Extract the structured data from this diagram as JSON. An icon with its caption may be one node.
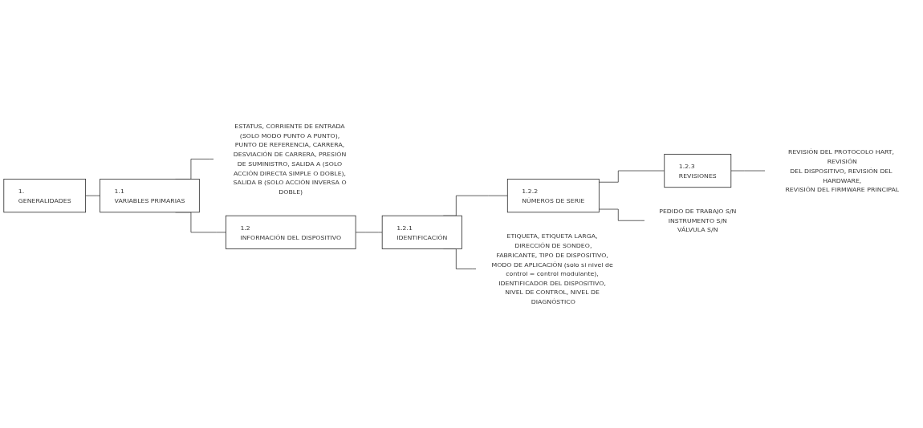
{
  "diagram": {
    "nodes": [
      {
        "text": [
          "1.",
          "GENERALIDADES"
        ]
      },
      {
        "text": [
          "1.1",
          "VARIABLES PRIMARIAS"
        ]
      },
      {
        "text": [
          "ESTATUS, CORRIENTE DE ENTRADA (SOLO MODO PUNTO A PUNTO), PUNTO DE REFERENCIA, CARRERA, DESVIACIÓN DE CARRERA, PRESIÓN DE SUMINISTRO, SALIDA A (SOLO ACCIÓN DIRECTA SIMPLE O DOBLE), SALIDA B (SOLO ACCIÓN INVERSA O DOBLE)"
        ]
      },
      {
        "text": [
          "1.2",
          "INFORMACIÓN DEL DISPOSITIVO"
        ]
      },
      {
        "text": [
          "1.2.1",
          "IDENTIFICACIÓN"
        ]
      },
      {
        "text": [
          "1.2.2",
          "NÚMEROS DE SERIE"
        ]
      },
      {
        "text": [
          "1.2.3",
          "REVISIONES"
        ]
      },
      {
        "text": [
          "ETIQUETA, ETIQUETA LARGA, DIRECCIÓN DE SONDEO,",
          "FABRICANTE, TIPO DE DISPOSITIVO, MODO DE APLICACIÓN (solo si nivel de control = control modulante), IDENTIFICADOR DEL DISPOSITIVO, NIVEL DE CONTROL, NIVEL DE DIAGNÓSTICO"
        ]
      },
      {
        "text": [
          "PEDIDO DE TRABAJO S/N",
          "INSTRUMENTO S/N",
          "VÁLVULA S/N"
        ]
      },
      {
        "text": [
          "REVISIÓN DEL PROTOCOLO HART, REVISIÓN",
          "DEL DISPOSITIVO, REVISIÓN DEL HARDWARE,",
          "REVISIÓN DEL FIRMWARE PRINCIPAL"
        ]
      }
    ],
    "edges": [
      {
        "from": 0,
        "to": 1,
        "arrow": "none"
      },
      {
        "from": 1,
        "to": 2,
        "arrow": "none"
      },
      {
        "from": 1,
        "to": 3,
        "arrow": "none"
      },
      {
        "from": 3,
        "to": 4,
        "arrow": "none"
      },
      {
        "from": 4,
        "to": 5,
        "arrow": "none"
      },
      {
        "from": 5,
        "to": 6,
        "arrow": "none"
      },
      {
        "from": 4,
        "to": 7,
        "arrow": "none"
      },
      {
        "from": 5,
        "to": 8,
        "arrow": "none"
      },
      {
        "from": 6,
        "to": 9,
        "arrow": "none"
      }
    ]
  }
}
